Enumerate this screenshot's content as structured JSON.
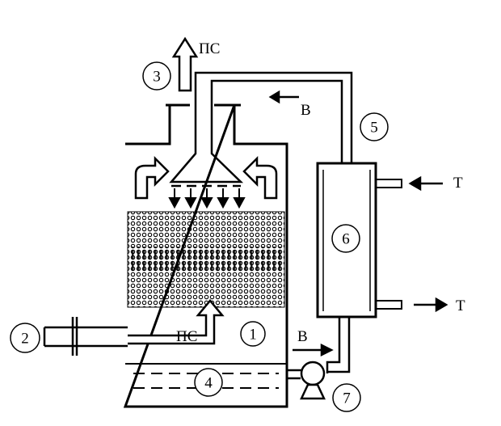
{
  "labels": {
    "gas_out": "ПС",
    "gas_in": "ПС",
    "water_top": "В",
    "water_bottom": "В",
    "coolant_in": "Т",
    "coolant_out": "Т"
  },
  "callouts": [
    "1",
    "2",
    "3",
    "4",
    "5",
    "6",
    "7"
  ],
  "colors": {
    "ink": "#000000",
    "paper": "#ffffff"
  }
}
